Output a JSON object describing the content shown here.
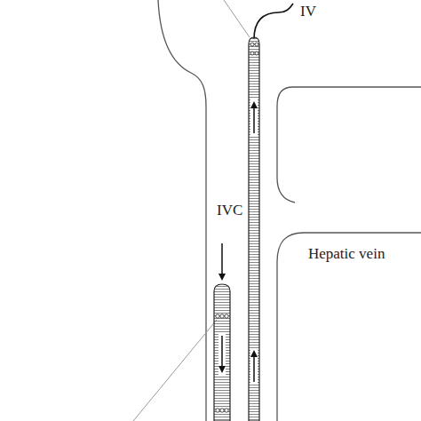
{
  "diagram": {
    "labels": [
      "IV",
      "IVC",
      "Hepatic vein"
    ]
  }
}
